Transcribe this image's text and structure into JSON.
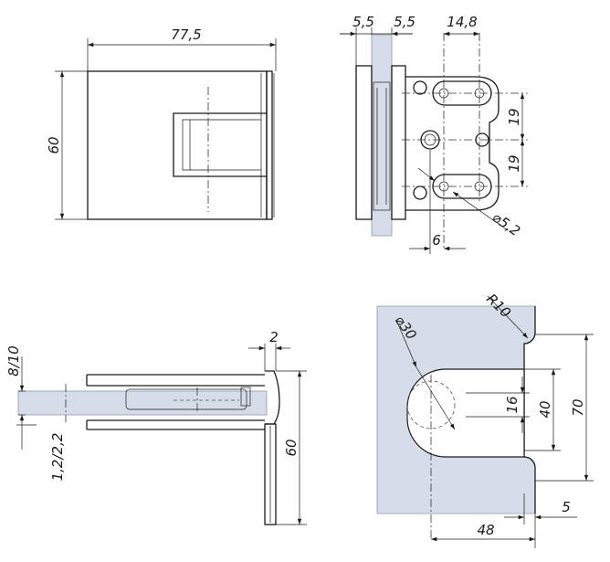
{
  "views": {
    "front": {
      "width": "77,5",
      "height": "60"
    },
    "side": {
      "dim_a": "5,5",
      "dim_b": "5,5",
      "dim_c": "14,8",
      "dim_19a": "19",
      "dim_19b": "19",
      "hole_dia": "⌀5,2",
      "offset": "6"
    },
    "section": {
      "glass": "8/10",
      "gap": "1,2/2,2",
      "leaf": "2",
      "height": "60"
    },
    "cutout": {
      "radius": "R10",
      "dia": "⌀30",
      "w16": "16",
      "w40": "40",
      "w70": "70",
      "w48": "48",
      "w5": "5"
    }
  }
}
